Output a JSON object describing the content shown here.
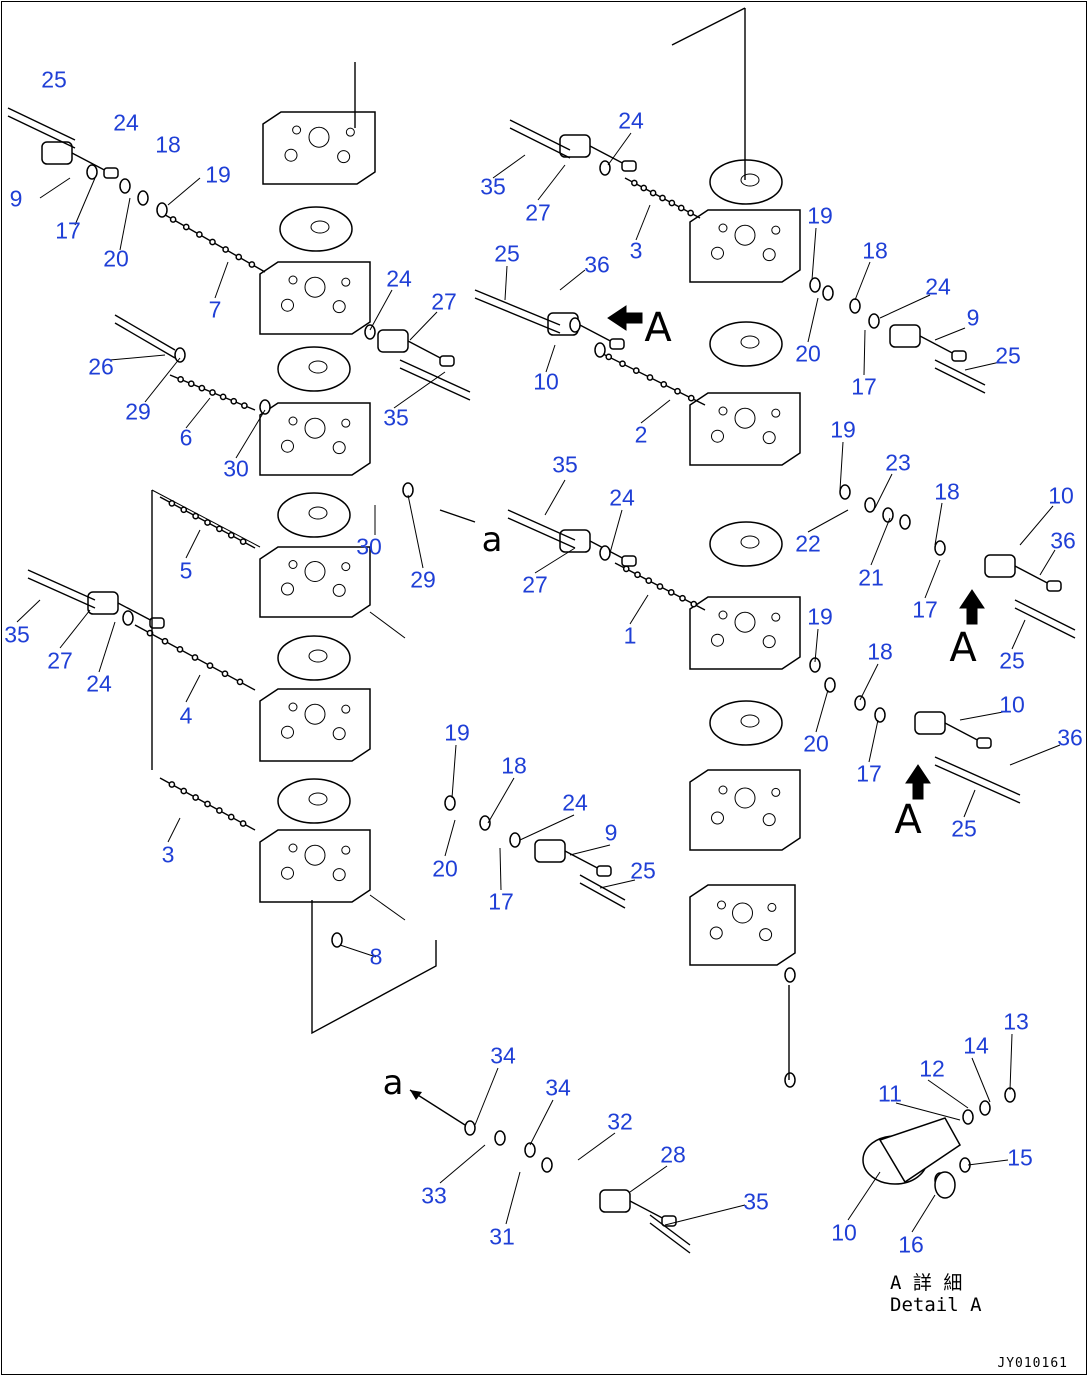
{
  "figure_code": "JY010161",
  "detail_caption": {
    "jp": "A 詳 細",
    "en": "Detail A"
  },
  "view_letters": [
    {
      "id": "view-a-top",
      "text": "A",
      "size": "big"
    },
    {
      "id": "view-a-right-1",
      "text": "A",
      "size": "big"
    },
    {
      "id": "view-a-right-2",
      "text": "A",
      "size": "big"
    },
    {
      "id": "ref-a-mid",
      "text": "a",
      "size": "small"
    },
    {
      "id": "ref-a-bottom",
      "text": "a",
      "size": "small"
    }
  ],
  "callouts": [
    "25",
    "24",
    "18",
    "19",
    "9",
    "17",
    "20",
    "7",
    "24",
    "27",
    "35",
    "26",
    "29",
    "6",
    "30",
    "30",
    "29",
    "5",
    "35",
    "27",
    "24",
    "4",
    "3",
    "8",
    "19",
    "18",
    "24",
    "9",
    "20",
    "17",
    "25",
    "24",
    "35",
    "27",
    "3",
    "19",
    "18",
    "24",
    "9",
    "20",
    "17",
    "25",
    "25",
    "36",
    "10",
    "2",
    "19",
    "23",
    "18",
    "10",
    "36",
    "22",
    "21",
    "17",
    "25",
    "35",
    "24",
    "27",
    "1",
    "19",
    "18",
    "10",
    "36",
    "20",
    "17",
    "25",
    "34",
    "34",
    "32",
    "28",
    "33",
    "31",
    "35",
    "13",
    "14",
    "12",
    "11",
    "15",
    "10",
    "16"
  ]
}
